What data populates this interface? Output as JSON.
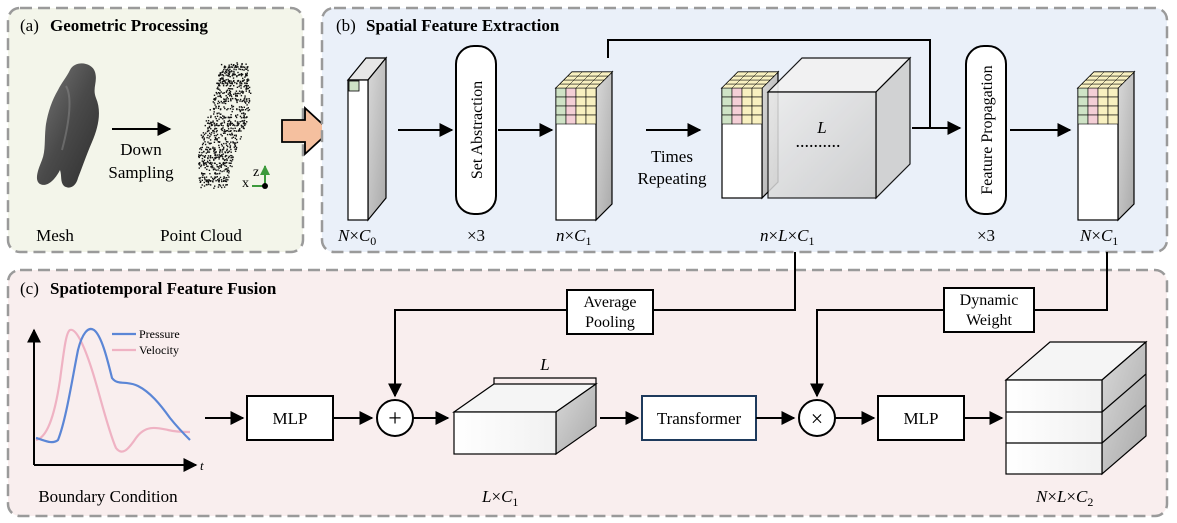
{
  "panels": {
    "a": {
      "tag": "(a)",
      "title": "Geometric Processing"
    },
    "b": {
      "tag": "(b)",
      "title": "Spatial Feature Extraction"
    },
    "c": {
      "tag": "(c)",
      "title": "Spatiotemporal Feature Fusion"
    }
  },
  "geometric": {
    "mesh_label": "Mesh",
    "point_cloud_label": "Point Cloud",
    "down_line1": "Down",
    "down_line2": "Sampling",
    "axis_x": "x",
    "axis_z": "z"
  },
  "spatial": {
    "set_abstraction": "Set Abstraction",
    "feature_propagation": "Feature Propagation",
    "times_line1": "Times",
    "times_line2": "Repeating",
    "repeat_a": "×3",
    "repeat_b": "×3",
    "cube_L": "L",
    "dots": "..........",
    "dim_NC0": {
      "a": "N",
      "x": "×",
      "b": "C",
      "sub": "0"
    },
    "dim_nC1": {
      "a": "n",
      "x": "×",
      "b": "C",
      "sub": "1"
    },
    "dim_nLC1": {
      "a": "n",
      "x1": "×",
      "L": "L",
      "x2": "×",
      "b": "C",
      "sub": "1"
    },
    "dim_NC1": {
      "a": "N",
      "x": "×",
      "b": "C",
      "sub": "1"
    }
  },
  "fusion": {
    "legend_pressure": "Pressure",
    "legend_velocity": "Velocity",
    "axis_t": "t",
    "boundary_label": "Boundary Condition",
    "mlp1": "MLP",
    "mlp2": "MLP",
    "plus": "+",
    "times": "×",
    "avg_line1": "Average",
    "avg_line2": "Pooling",
    "dyn_line1": "Dynamic",
    "dyn_line2": "Weight",
    "transformer": "Transformer",
    "slab_L": "L",
    "dim_LC1": {
      "a": "L",
      "x": "×",
      "b": "C",
      "sub": "1"
    },
    "dim_NLC2": {
      "a": "N",
      "x1": "×",
      "L": "L",
      "x2": "×",
      "b": "C",
      "sub": "2"
    }
  },
  "colors": {
    "panel_a_bg": "#f3f5ea",
    "panel_b_bg": "#eaf0f9",
    "panel_c_bg": "#f9eeee",
    "pressure": "#5b86d6",
    "velocity": "#efb2c3",
    "big_arrow": "#f5c09f"
  }
}
